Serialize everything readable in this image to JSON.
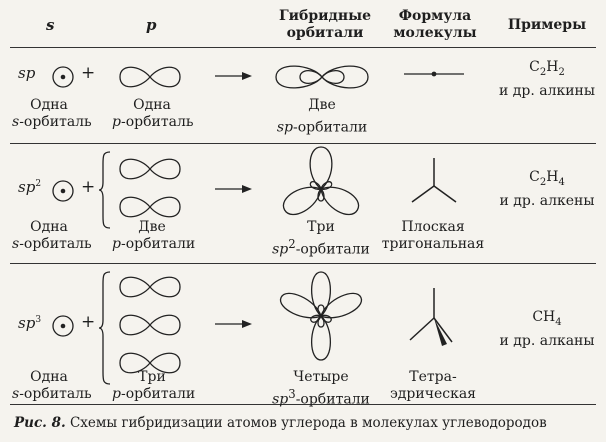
{
  "headers": {
    "s": "s",
    "p": "p",
    "hybrid_line1": "Гибридные",
    "hybrid_line2": "орбитали",
    "formula_line1": "Формула",
    "formula_line2": "молекулы",
    "examples": "Примеры"
  },
  "rows": [
    {
      "type_base": "sp",
      "type_sup": "",
      "s_label_line1": "Одна",
      "s_label_word": "s",
      "s_label_rest": "-орбиталь",
      "p_label_line1": "Одна",
      "p_label_word": "p",
      "p_label_rest": "-орбиталь",
      "hybrid_line1": "Две",
      "hybrid_word": "sp",
      "hybrid_sup": "",
      "hybrid_rest": "-орбитали",
      "formula_line1": "",
      "formula_line2": "",
      "example_formula_main": "C",
      "example_formula_sub1": "2",
      "example_formula_main2": "H",
      "example_formula_sub2": "2",
      "example_text": "и др. алкины"
    },
    {
      "type_base": "sp",
      "type_sup": "2",
      "s_label_line1": "Одна",
      "s_label_word": "s",
      "s_label_rest": "-орбиталь",
      "p_label_line1": "Две",
      "p_label_word": "p",
      "p_label_rest": "-орбитали",
      "hybrid_line1": "Три",
      "hybrid_word": "sp",
      "hybrid_sup": "2",
      "hybrid_rest": "-орбитали",
      "formula_line1": "Плоская",
      "formula_line2": "тригональная",
      "example_formula_main": "C",
      "example_formula_sub1": "2",
      "example_formula_main2": "H",
      "example_formula_sub2": "4",
      "example_text": "и др. алкены"
    },
    {
      "type_base": "sp",
      "type_sup": "3",
      "s_label_line1": "Одна",
      "s_label_word": "s",
      "s_label_rest": "-орбиталь",
      "p_label_line1": "Три",
      "p_label_word": "p",
      "p_label_rest": "-орбитали",
      "hybrid_line1": "Четыре",
      "hybrid_word": "sp",
      "hybrid_sup": "3",
      "hybrid_rest": "-орбитали",
      "formula_line1": "Тетра-",
      "formula_line2": "эдрическая",
      "example_formula_main": "CH",
      "example_formula_sub1": "4",
      "example_formula_main2": "",
      "example_formula_sub2": "",
      "example_text": "и др. алканы"
    }
  ],
  "plus_sign": "+",
  "caption": {
    "label": "Рис. 8.",
    "text": " Схемы гибридизации атомов углерода в молекулах углеводородов"
  }
}
